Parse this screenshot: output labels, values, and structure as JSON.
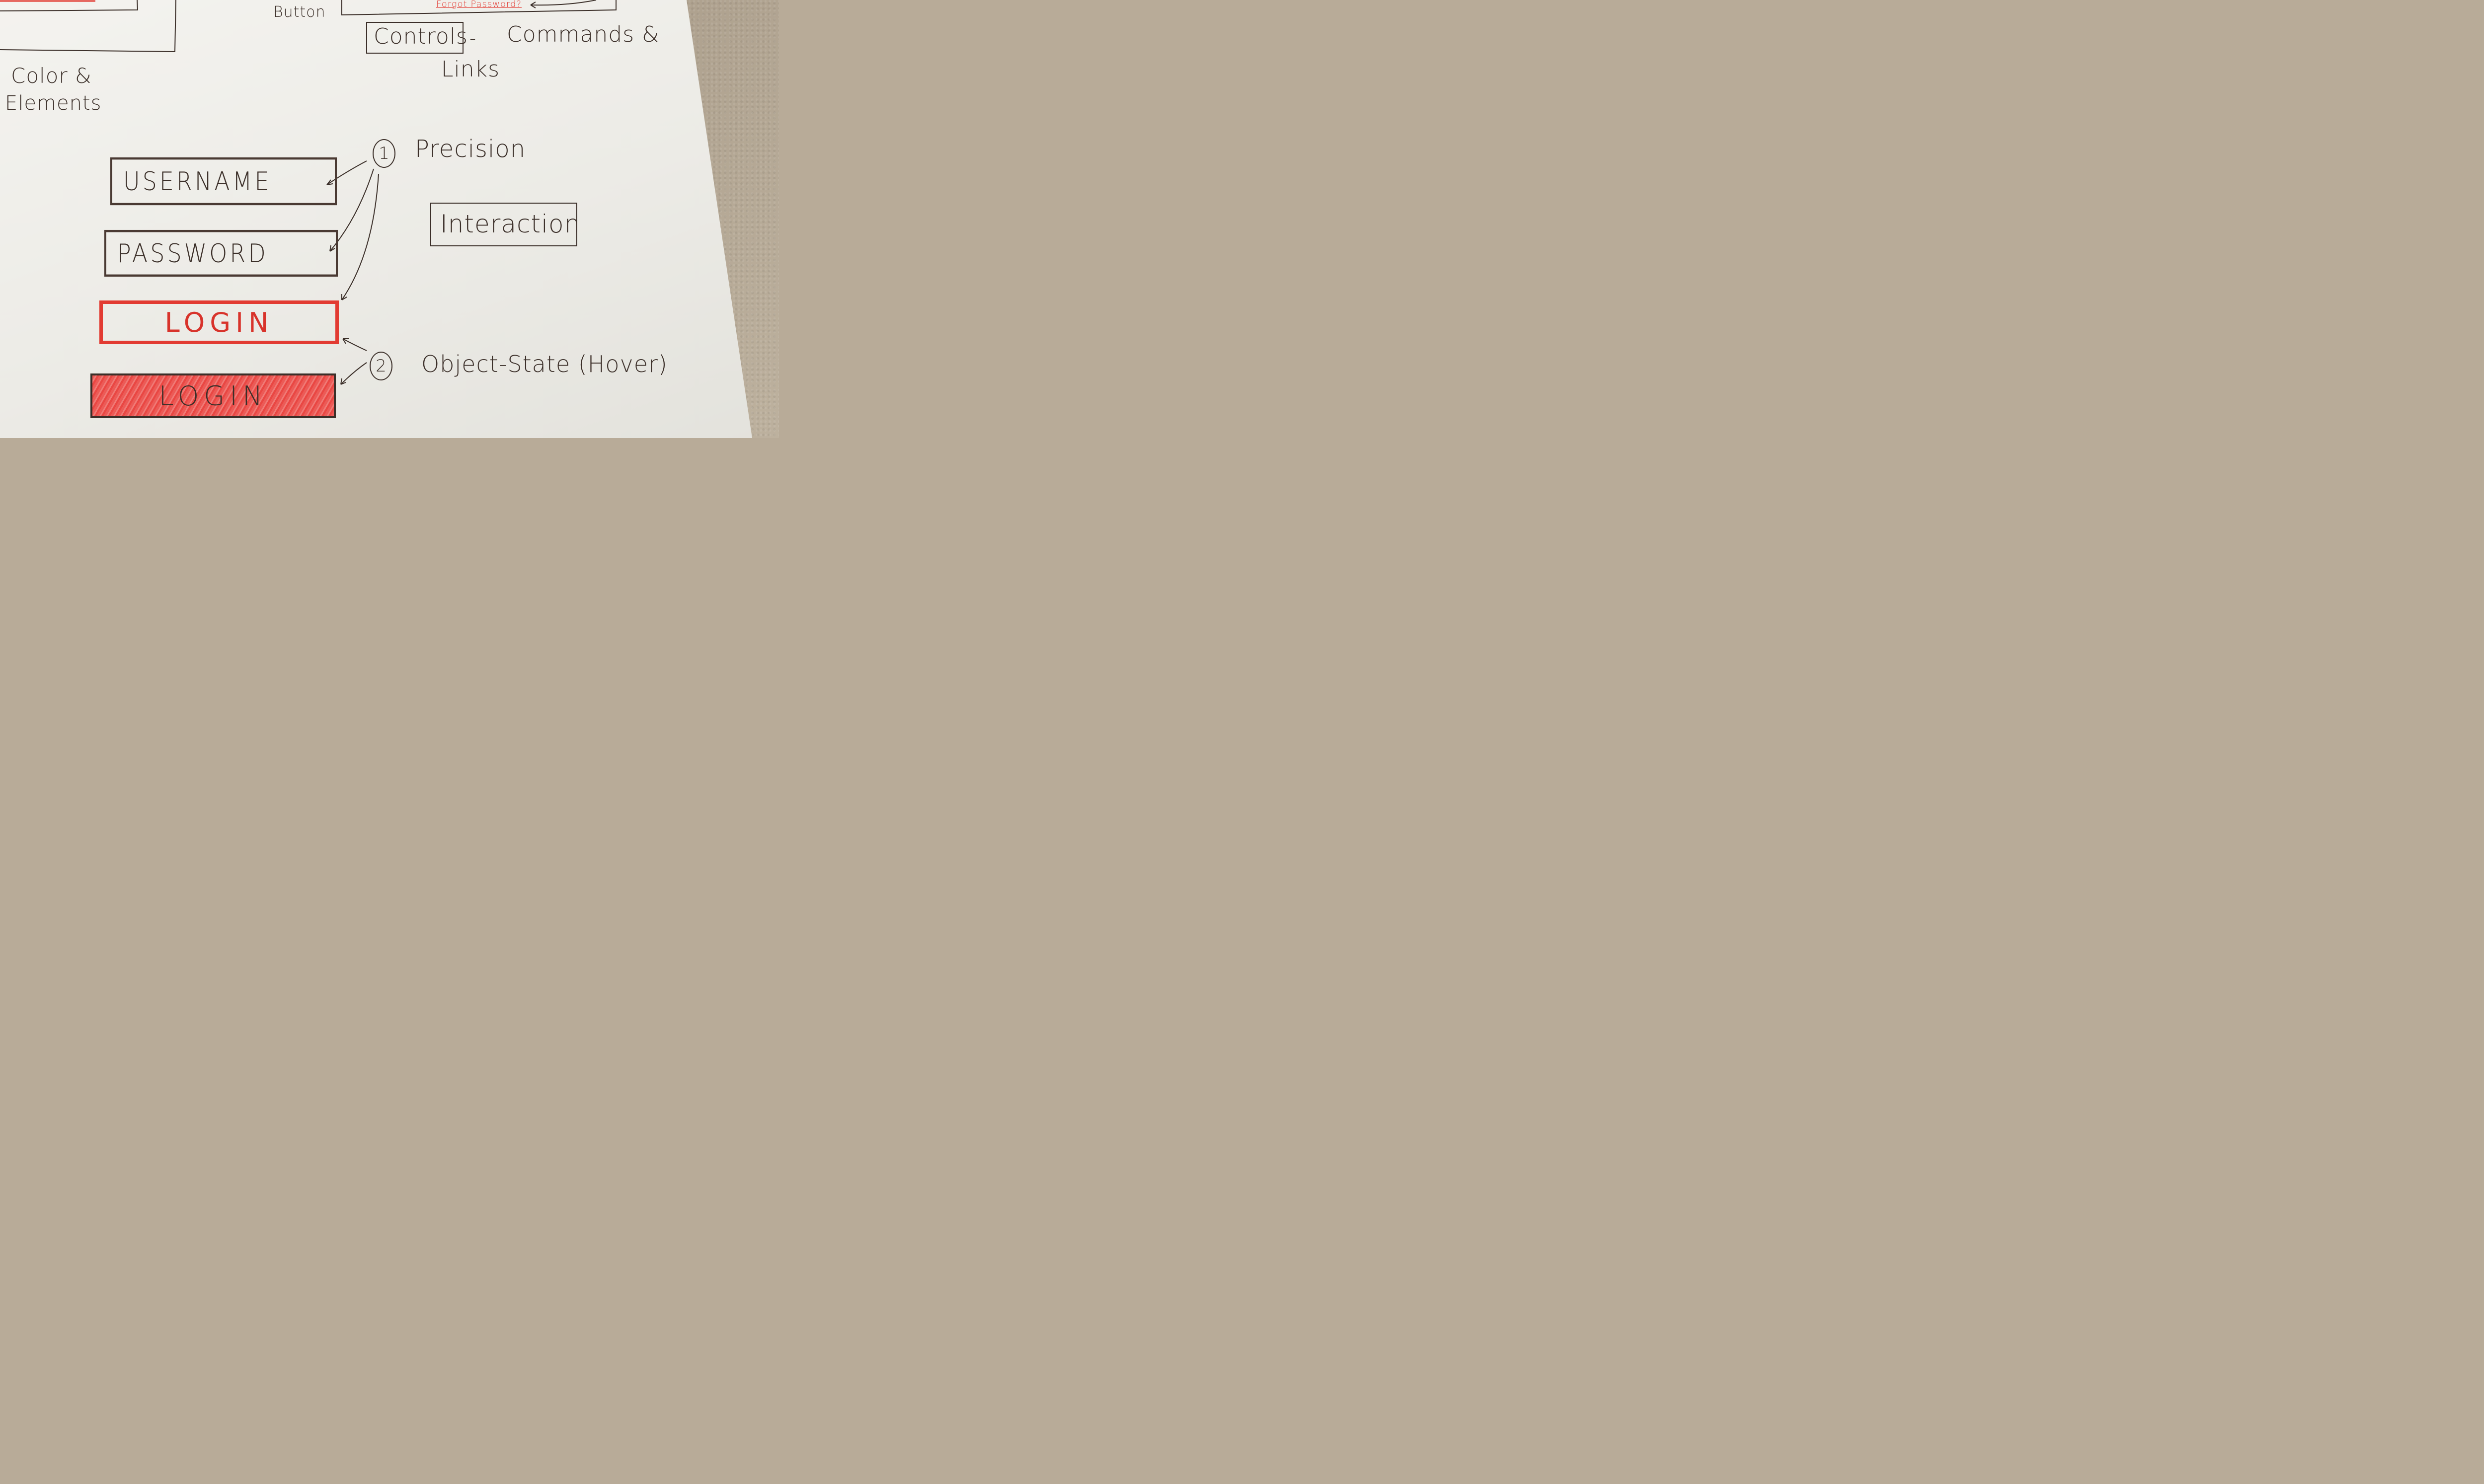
{
  "top_left": {
    "label_line1": "Color &",
    "label_line2": "Elements"
  },
  "top_middle": {
    "button_label": "Button"
  },
  "top_right": {
    "forgot_password": "Forgot Password?",
    "controls_label": "Controls",
    "dash": "-",
    "commands_line1": "Commands &",
    "commands_line2": "Links"
  },
  "annotations": {
    "precision": {
      "number": "1",
      "label": "Precision"
    },
    "object_state": {
      "number": "2",
      "label": "Object-State (Hover)"
    },
    "interaction": "Interaction"
  },
  "form": {
    "username_placeholder": "USERNAME",
    "password_placeholder": "PASSWORD",
    "login_label": "LOGIN",
    "login_hover_label": "LOGIN"
  },
  "colors": {
    "ink": "#3b2f29",
    "red_marker": "#e23b32",
    "paper": "#efeee9",
    "table": "#b8ab98"
  }
}
